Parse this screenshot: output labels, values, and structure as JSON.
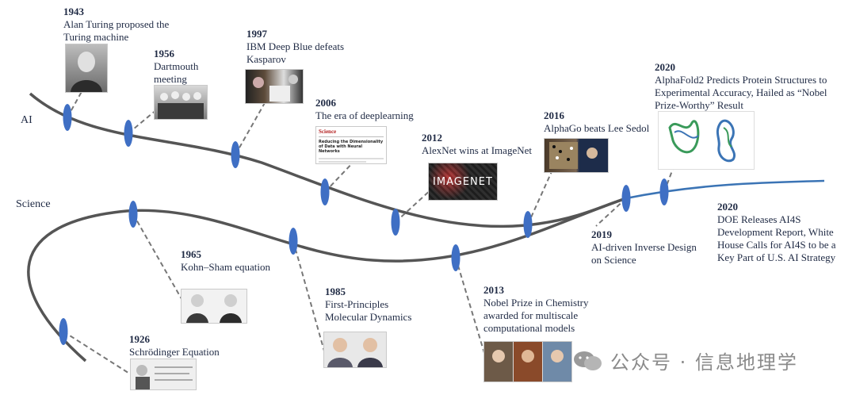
{
  "lanes": {
    "ai": "AI",
    "science": "Science"
  },
  "ai_events": [
    {
      "year": "1943",
      "text": [
        "Alan Turing proposed the",
        "Turing machine"
      ]
    },
    {
      "year": "1956",
      "text": [
        "Dartmouth",
        "meeting"
      ]
    },
    {
      "year": "1997",
      "text": [
        "IBM Deep Blue defeats",
        "Kasparov"
      ]
    },
    {
      "year": "2006",
      "text": [
        "The era of deeplearning"
      ]
    },
    {
      "year": "2012",
      "text": [
        "AlexNet wins at ImageNet"
      ]
    },
    {
      "year": "2016",
      "text": [
        "AlphaGo beats Lee Sedol"
      ]
    },
    {
      "year": "2020",
      "text": [
        "AlphaFold2 Predicts Protein Structures to",
        "Experimental Accuracy, Hailed as “Nobel",
        "Prize-Worthy” Result"
      ]
    }
  ],
  "science_events": [
    {
      "year": "1926",
      "text": [
        "Schrödinger Equation"
      ]
    },
    {
      "year": "1965",
      "text": [
        "Kohn–Sham equation"
      ]
    },
    {
      "year": "1985",
      "text": [
        "First-Principles",
        "Molecular Dynamics"
      ]
    },
    {
      "year": "2013",
      "text": [
        "Nobel Prize in Chemistry",
        "awarded for multiscale",
        "computational models"
      ]
    },
    {
      "year": "2019",
      "text": [
        "AI-driven Inverse Design",
        "on Science"
      ]
    },
    {
      "year": "2020",
      "text": [
        "DOE Releases AI4S",
        "Development Report, White",
        "House Calls for AI4S to be a",
        "Key Part of U.S. AI Strategy"
      ]
    }
  ],
  "imagenet_label": "IMAGENET",
  "science_paper": {
    "journal": "Science",
    "title": "Reducing the Dimensionality of Data with Neural Networks"
  },
  "watermark": "公众号 · 信息地理学",
  "colors": {
    "curve": "#555555",
    "future": "#3b74b5",
    "node": "#3f6fc4",
    "text": "#1f2a44"
  }
}
